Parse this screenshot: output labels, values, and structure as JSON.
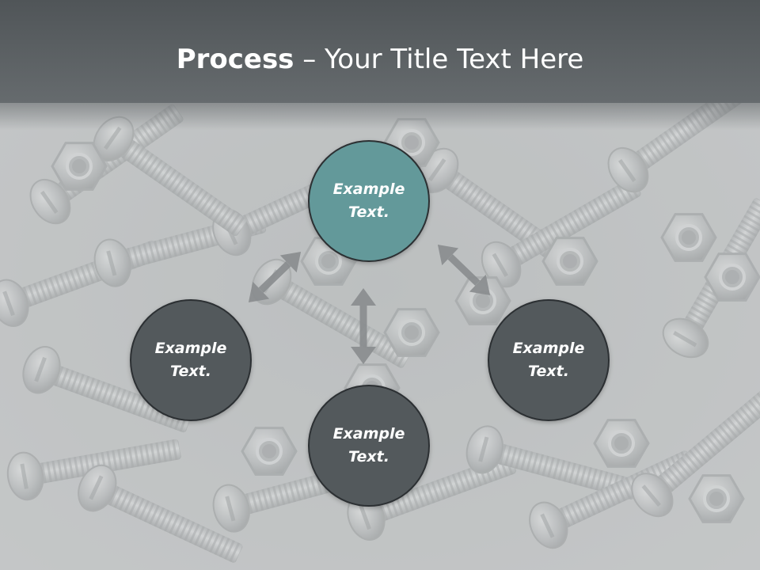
{
  "title": {
    "bold": "Process",
    "rest": " – Your Title Text Here"
  },
  "nodes": {
    "top": {
      "line1": "Example",
      "line2": "Text."
    },
    "left": {
      "line1": "Example",
      "line2": "Text."
    },
    "right": {
      "line1": "Example",
      "line2": "Text."
    },
    "bottom": {
      "line1": "Example",
      "line2": "Text."
    }
  },
  "colors": {
    "accent_teal": "#63999a",
    "node_dark": "#53595c",
    "node_border": "#2c3033",
    "header": "#5a5f62",
    "arrow": "#8a8d8f"
  },
  "icons": [
    "double-arrow-icon"
  ]
}
